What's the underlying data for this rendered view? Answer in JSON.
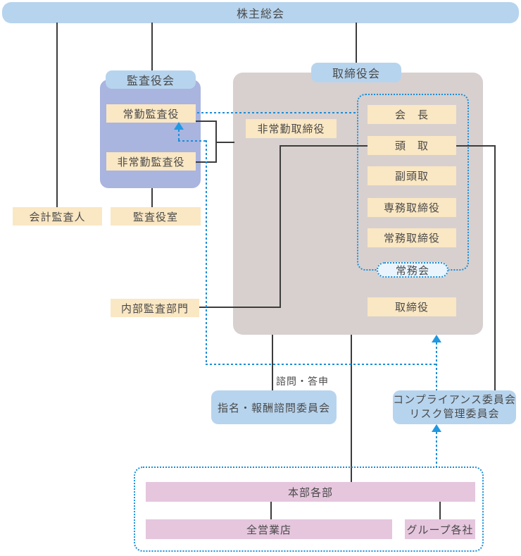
{
  "diagram": {
    "shareholders": "株主総会",
    "audit": {
      "tab": "監査役会",
      "standing_auditor": "常勤監査役",
      "nonstanding_auditor": "非常勤監査役",
      "accounting_auditor": "会計監査人",
      "audit_office": "監査役室"
    },
    "board": {
      "tab": "取締役会",
      "nonexecutive_director": "非常勤取締役",
      "chairman": "会　長",
      "president": "頭　取",
      "deputy_president": "副頭取",
      "senior_managing_director": "専務取締役",
      "managing_director": "常務取締役",
      "managing_committee": "常務会",
      "director": "取締役"
    },
    "internal_audit": "内部監査部門",
    "advisory_note": "諮問・答申",
    "nomination_committee": "指名・報酬諮問委員会",
    "compliance_committee_line1": "コンプライアンス委員会",
    "compliance_committee_line2": "リスク管理委員会",
    "operations": {
      "headquarters": "本部各部",
      "all_branches": "全営業店",
      "group_companies": "グループ各社"
    }
  },
  "colors": {
    "light_blue": "#b7d4ee",
    "periwinkle": "#a9b4df",
    "gray_panel": "#d7d0cf",
    "yellow_box": "#fae7c3",
    "pink_bar": "#e5c6dd",
    "oval_fill": "#e9f4fd",
    "dotted_blue": "#1b8ed8",
    "arrow_blue": "#2098e2",
    "line_black": "#3c3c3c"
  }
}
